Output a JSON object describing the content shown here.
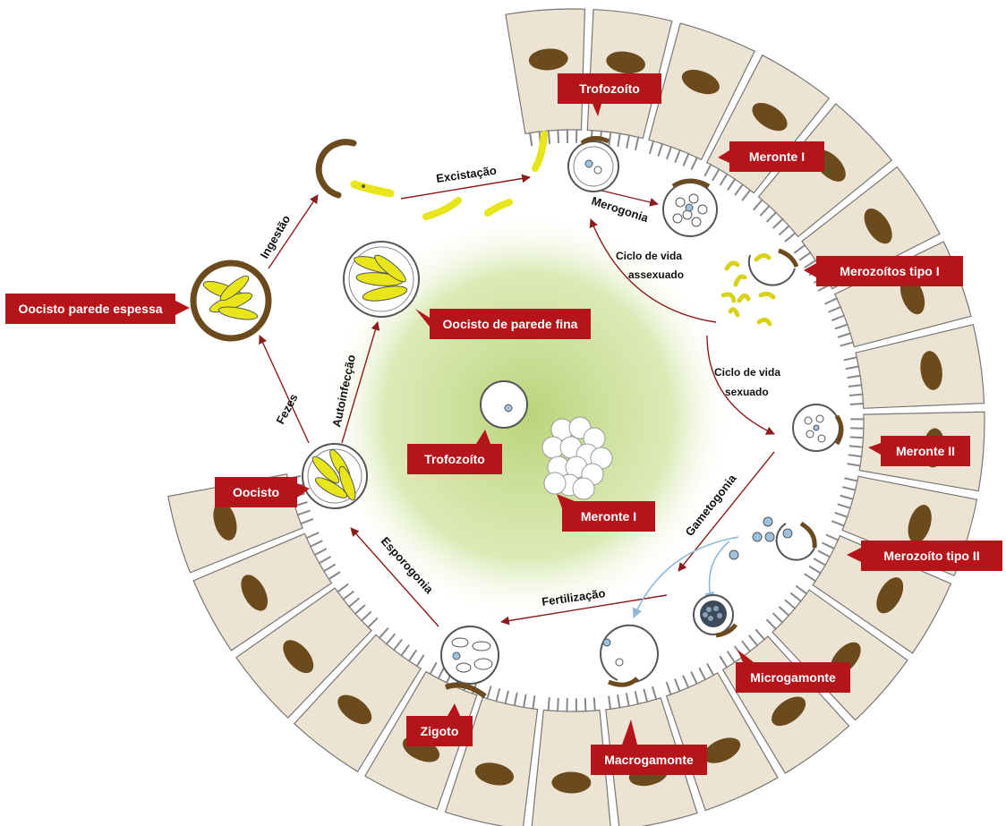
{
  "labels": {
    "trofozoito_top": "Trofozoíto",
    "meronte_i_top": "Meronte I",
    "merozoitos_tipo_i": "Merozoítos tipo I",
    "meronte_ii": "Meronte II",
    "merozoito_tipo_ii": "Merozoíto tipo II",
    "microgamonte": "Microgamonte",
    "macrogamonte": "Macrogamonte",
    "zigoto": "Zigoto",
    "oocisto": "Oocisto",
    "oocisto_parede_espessa": "Oocisto parede espessa",
    "oocisto_parede_fina": "Oocisto de parede fina",
    "trofozoito_center": "Trofozoíto",
    "meronte_i_center": "Meronte I"
  },
  "process": {
    "excistacao": "Excistação",
    "merogonia": "Merogonia",
    "ciclo_assexuado_1": "Ciclo de vida",
    "ciclo_assexuado_2": "assexuado",
    "ciclo_sexuado_1": "Ciclo de vida",
    "ciclo_sexuado_2": "sexuado",
    "gametogonia": "Gametogonia",
    "fertilizacao": "Fertilização",
    "esporogonia": "Esporogonia",
    "autoinfeccao": "Autoinfecção",
    "fezes": "Fezes",
    "ingestao": "Ingestão"
  },
  "colors": {
    "label_red": "#b5141b",
    "cell_fill": "#ede3d3",
    "nucleus": "#6b4a1e",
    "parasite_yellow": "#e8e61a",
    "thick_wall": "#6b4a1e",
    "arrow": "#8c1c1c",
    "center_green": "#b9d47a"
  }
}
